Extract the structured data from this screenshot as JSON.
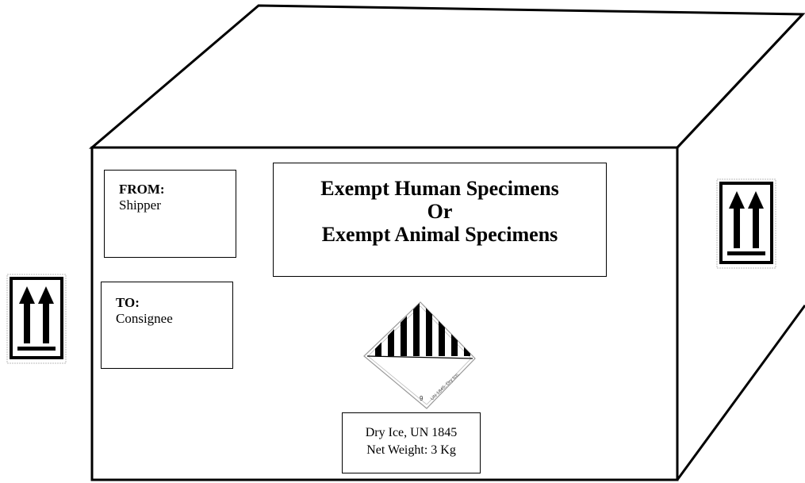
{
  "from_label": {
    "title": "FROM:",
    "value": "Shipper"
  },
  "to_label": {
    "title": "TO:",
    "value": "Consignee"
  },
  "specimen_label": {
    "line1": "Exempt Human Specimens",
    "line2": "Or",
    "line3": "Exempt Animal Specimens"
  },
  "dry_ice_label": {
    "line1": "Dry Ice, UN 1845",
    "line2": "Net Weight: 3 Kg"
  },
  "hazard_label": {
    "class_number": "9",
    "border_text": "UN 1845, Dry Ice,"
  },
  "icons": {
    "orientation": "this-way-up-arrows-icon",
    "hazard": "class-9-miscellaneous-hazard-diamond-icon"
  },
  "colors": {
    "ink": "#000000",
    "paper": "#ffffff"
  }
}
